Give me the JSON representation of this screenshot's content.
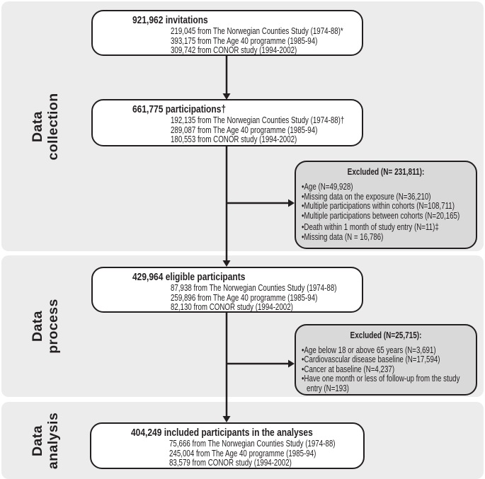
{
  "sections": [
    {
      "label": "Data collection"
    },
    {
      "label": "Data process"
    },
    {
      "label": "Data\nanalysis"
    }
  ],
  "flow_boxes": [
    {
      "title": "921,962 invitations",
      "lines": [
        "219,045 from The Norwegian Counties Study (1974-88)*",
        "393,175 from The Age 40 programme (1985-94)",
        "309,742 from CONOR study (1994-2002)"
      ]
    },
    {
      "title": "661,775 participations†",
      "lines": [
        "192,135 from The Norwegian Counties Study (1974-88)†",
        "289,087 from The Age 40 programme (1985-94)",
        "180,553 from CONOR study (1994-2002)"
      ]
    },
    {
      "title": "429,964 eligible participants",
      "lines": [
        "87,938 from The Norwegian Counties Study (1974-88)",
        "259,896 from The Age 40 programme (1985-94)",
        "82,130 from CONOR study (1994-2002)"
      ]
    },
    {
      "title": "404,249 included participants in the analyses",
      "lines": [
        "75,666 from The Norwegian Counties Study (1974-88)",
        "245,004 from The Age 40 programme (1985-94)",
        "83,579 from CONOR study (1994-2002)"
      ]
    }
  ],
  "excluded_boxes": [
    {
      "title": "Excluded (N= 231,811):",
      "items": [
        "Age (N=49,928)",
        "Missing data on the exposure (N=36,210)",
        "Multiple participations within cohorts (N=108,711)",
        "Multiple participations between cohorts (N=20,165)",
        "Death within 1 month of study entry (N=11)‡",
        "Missing data (N = 16,786)"
      ]
    },
    {
      "title": "Excluded (N=25,715):",
      "items": [
        "Age below 18 or above 65 years (N=3,691)",
        "Cardiovascular disease baseline (N=17,594)",
        "Cancer at baseline (N=4,237)",
        "Have one month or less of follow-up from the study entry (N=193)"
      ]
    }
  ],
  "colors": {
    "ink": "#231f20",
    "panel_background": "#ececec",
    "excluded_box_fill": "#d9d9d9",
    "flow_box_fill": "#ffffff",
    "page_background": "#ffffff"
  }
}
